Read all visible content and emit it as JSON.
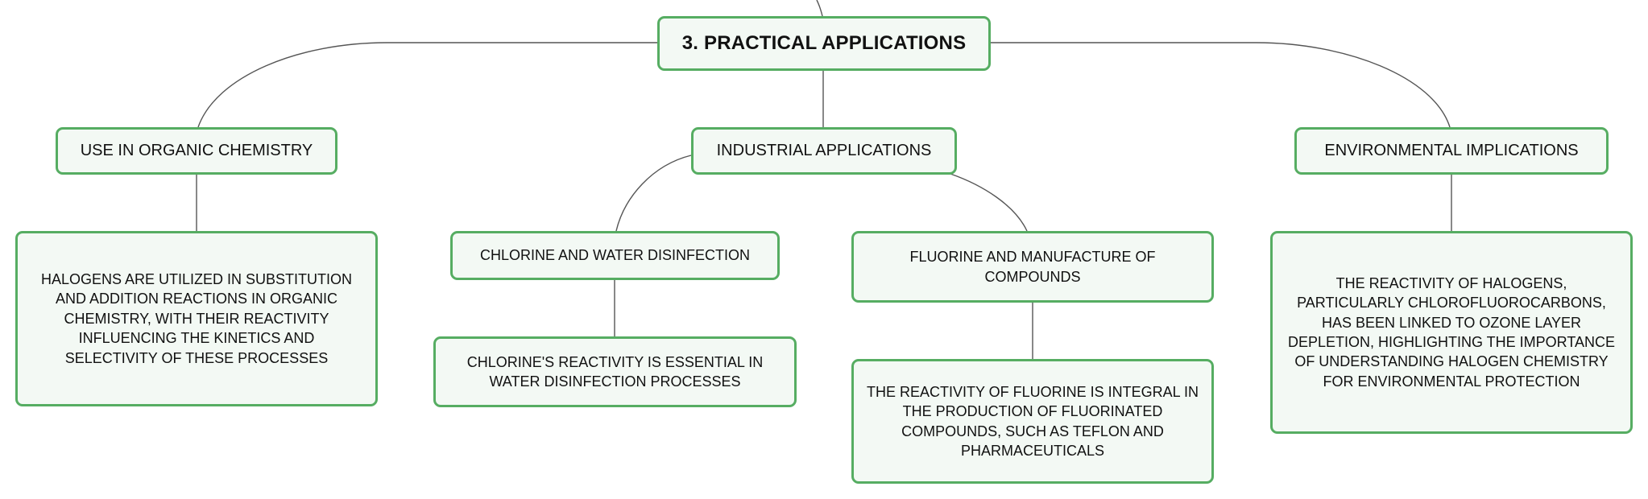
{
  "root": {
    "label": "3. PRACTICAL APPLICATIONS"
  },
  "branches": {
    "organic": {
      "label": "USE IN ORGANIC CHEMISTRY",
      "detail": "HALOGENS ARE UTILIZED IN SUBSTITUTION AND ADDITION REACTIONS IN ORGANIC CHEMISTRY, WITH THEIR REACTIVITY INFLUENCING THE KINETICS AND SELECTIVITY OF THESE PROCESSES"
    },
    "industrial": {
      "label": "INDUSTRIAL APPLICATIONS",
      "chlorine": {
        "label": "CHLORINE AND WATER DISINFECTION",
        "detail": "CHLORINE'S REACTIVITY IS ESSENTIAL IN WATER DISINFECTION PROCESSES"
      },
      "fluorine": {
        "label": "FLUORINE AND MANUFACTURE OF COMPOUNDS",
        "detail": "THE REACTIVITY OF FLUORINE IS INTEGRAL IN THE PRODUCTION OF FLUORINATED COMPOUNDS, SUCH AS TEFLON AND PHARMACEUTICALS"
      }
    },
    "environmental": {
      "label": "ENVIRONMENTAL IMPLICATIONS",
      "detail": "THE REACTIVITY OF HALOGENS, PARTICULARLY CHLOROFLUOROCARBONS, HAS BEEN LINKED TO OZONE LAYER DEPLETION, HIGHLIGHTING THE IMPORTANCE OF UNDERSTANDING HALOGEN CHEMISTRY FOR ENVIRONMENTAL PROTECTION"
    }
  },
  "colors": {
    "node_border": "#56ad62",
    "node_fill": "#f3f9f4",
    "connector": "#555555",
    "text": "#111111"
  }
}
